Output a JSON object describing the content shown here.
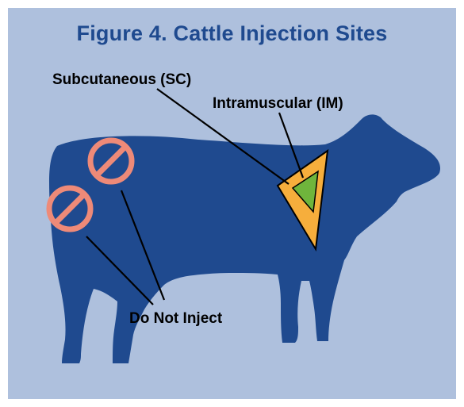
{
  "figure": {
    "title": "Figure 4. Cattle Injection Sites"
  },
  "labels": {
    "subcutaneous": "Subcutaneous (SC)",
    "intramuscular": "Intramuscular (IM)",
    "do_not_inject": "Do Not Inject"
  },
  "colors": {
    "background": "#aec0dd",
    "title": "#1f4a8f",
    "cow": "#1f4a8f",
    "sc_zone": "#f6ae3c",
    "im_zone": "#6fb53c",
    "no_inject_symbol": "#ee8a78",
    "leader_lines": "#000000"
  },
  "icons": {
    "no_inject": "prohibition-icon"
  }
}
